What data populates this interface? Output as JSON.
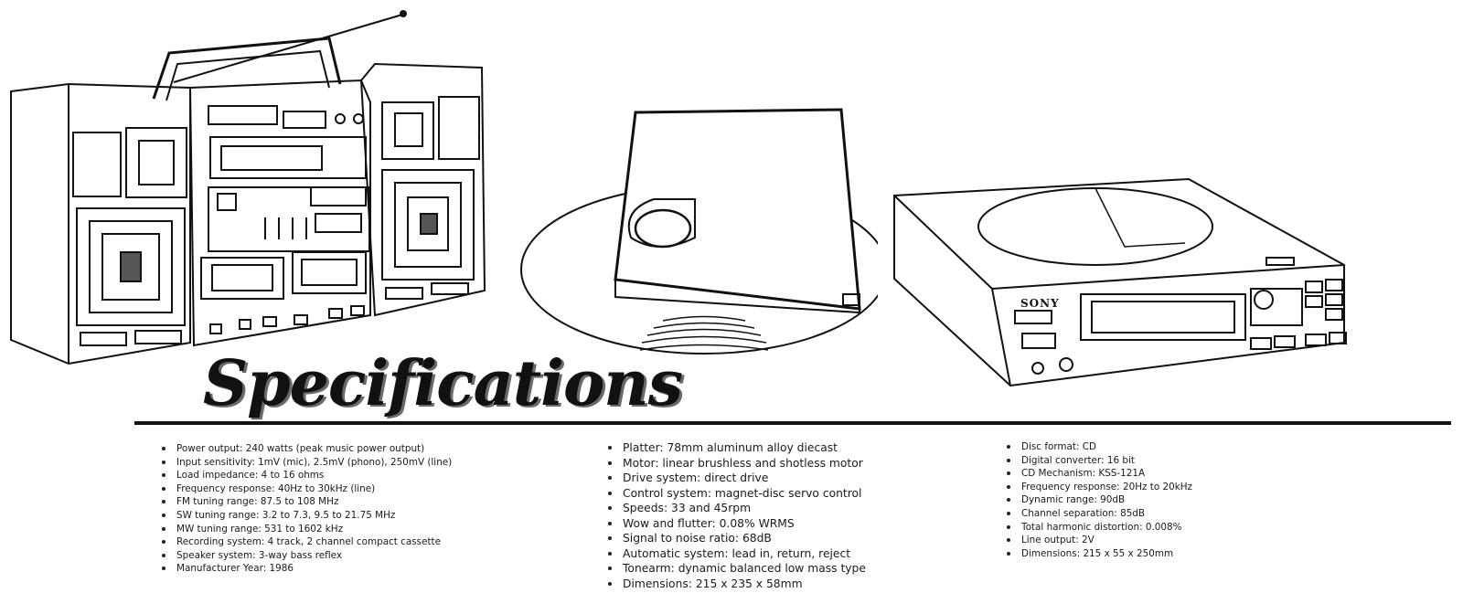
{
  "header": {
    "title": "Specifications"
  },
  "illustrations": {
    "cd_player_brand": "SONY"
  },
  "columns": [
    {
      "items": [
        "Power output: 240 watts (peak music power output)",
        "Input sensitivity: 1mV (mic), 2.5mV (phono), 250mV (line)",
        "Load impedance: 4 to 16 ohms",
        "Frequency response: 40Hz to 30kHz (line)",
        "FM tuning range: 87.5 to 108 MHz",
        "SW tuning range: 3.2 to 7.3, 9.5 to 21.75 MHz",
        "MW tuning range: 531 to 1602 kHz",
        "Recording system: 4 track, 2 channel compact cassette",
        "Speaker system: 3-way bass reflex",
        "Manufacturer Year: 1986"
      ]
    },
    {
      "items": [
        "Platter: 78mm aluminum alloy diecast",
        "Motor: linear brushless and shotless motor",
        "Drive system: direct drive",
        "Control system: magnet-disc servo control",
        "Speeds: 33 and 45rpm",
        "Wow and flutter: 0.08% WRMS",
        "Signal to noise ratio: 68dB",
        "Automatic system: lead in, return, reject",
        "Tonearm: dynamic balanced low mass type",
        "Dimensions: 215 x 235 x 58mm"
      ]
    },
    {
      "items": [
        "Disc format: CD",
        "Digital converter: 16 bit",
        "CD Mechanism: KSS-121A",
        "Frequency response: 20Hz to 20kHz",
        "Dynamic range: 90dB",
        "Channel separation: 85dB",
        "Total harmonic distortion: 0.008%",
        "Line output: 2V",
        "Dimensions: 215 x 55 x 250mm"
      ]
    }
  ]
}
